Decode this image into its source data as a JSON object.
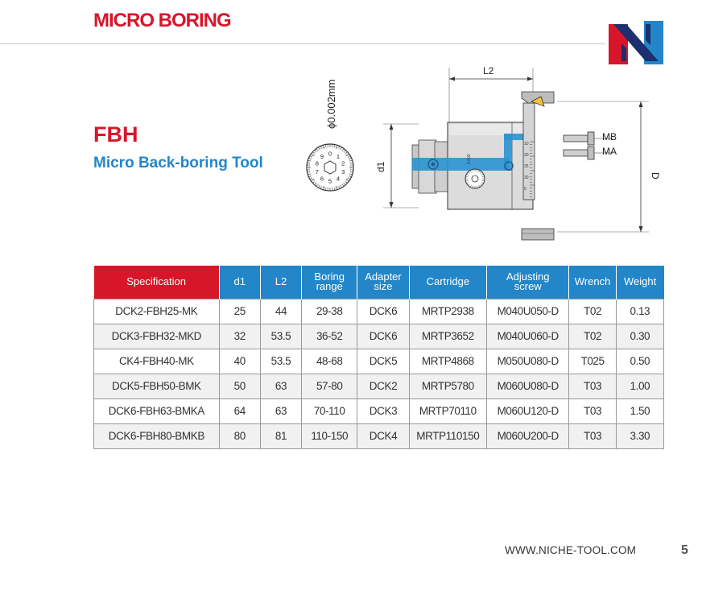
{
  "header": {
    "title": "MICRO BORING"
  },
  "logo": {
    "colors": [
      "#d7162a",
      "#2386c8",
      "#1c2f6e"
    ]
  },
  "product": {
    "code": "FBH",
    "name": "Micro Back-boring Tool"
  },
  "dial": {
    "precision": "ϕ0.002mm",
    "digits": [
      "0",
      "1",
      "2",
      "3",
      "4",
      "5",
      "6",
      "7",
      "8",
      "9"
    ]
  },
  "drawing": {
    "dim_l2": "L2",
    "dim_d1": "d1",
    "dim_d": "D",
    "label_mb": "MB",
    "label_ma": "MA",
    "slide_text": "0.002",
    "scale_marks": [
      "10",
      "20",
      "25",
      "30",
      "5"
    ]
  },
  "table": {
    "headers": [
      {
        "l1": "Specification",
        "l2": ""
      },
      {
        "l1": "d1",
        "l2": ""
      },
      {
        "l1": "L2",
        "l2": ""
      },
      {
        "l1": "Boring",
        "l2": "range"
      },
      {
        "l1": "Adapter",
        "l2": "size"
      },
      {
        "l1": "Cartridge",
        "l2": ""
      },
      {
        "l1": "Adjusting",
        "l2": "screw"
      },
      {
        "l1": "Wrench",
        "l2": ""
      },
      {
        "l1": "Weight",
        "l2": ""
      }
    ],
    "rows": [
      [
        "DCK2-FBH25-MK",
        "25",
        "44",
        "29-38",
        "DCK6",
        "MRTP2938",
        "M040U050-D",
        "T02",
        "0.13"
      ],
      [
        "DCK3-FBH32-MKD",
        "32",
        "53.5",
        "36-52",
        "DCK6",
        "MRTP3652",
        "M040U060-D",
        "T02",
        "0.30"
      ],
      [
        "CK4-FBH40-MK",
        "40",
        "53.5",
        "48-68",
        "DCK5",
        "MRTP4868",
        "M050U080-D",
        "T025",
        "0.50"
      ],
      [
        "DCK5-FBH50-BMK",
        "50",
        "63",
        "57-80",
        "DCK2",
        "MRTP5780",
        "M060U080-D",
        "T03",
        "1.00"
      ],
      [
        "DCK6-FBH63-BMKA",
        "64",
        "63",
        "70-110",
        "DCK3",
        "MRTP70110",
        "M060U120-D",
        "T03",
        "1.50"
      ],
      [
        "DCK6-FBH80-BMKB",
        "80",
        "81",
        "110-150",
        "DCK4",
        "MRTP110150",
        "M060U200-D",
        "T03",
        "3.30"
      ]
    ]
  },
  "footer": {
    "url": "WWW.NICHE-TOOL.COM",
    "page": "5"
  }
}
